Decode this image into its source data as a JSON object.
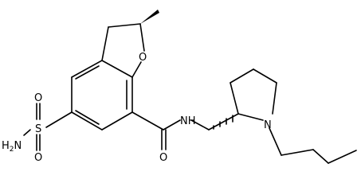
{
  "molecule": {
    "atom_labels": {
      "oxygen_ring": "O",
      "sulfonyl_o_top": "O",
      "sulfonyl_o_bottom": "O",
      "sulfur": "S",
      "sulfonamide_n": "H",
      "sulfonamide_n_sub": "2",
      "sulfonamide_n_tail": "N",
      "amide_o": "O",
      "amide_nh": "N",
      "amide_nh_h": "H",
      "pyrrolidine_n": "N"
    },
    "colors": {
      "bond": "#000000",
      "label": "#000000",
      "background": "#ffffff"
    }
  }
}
